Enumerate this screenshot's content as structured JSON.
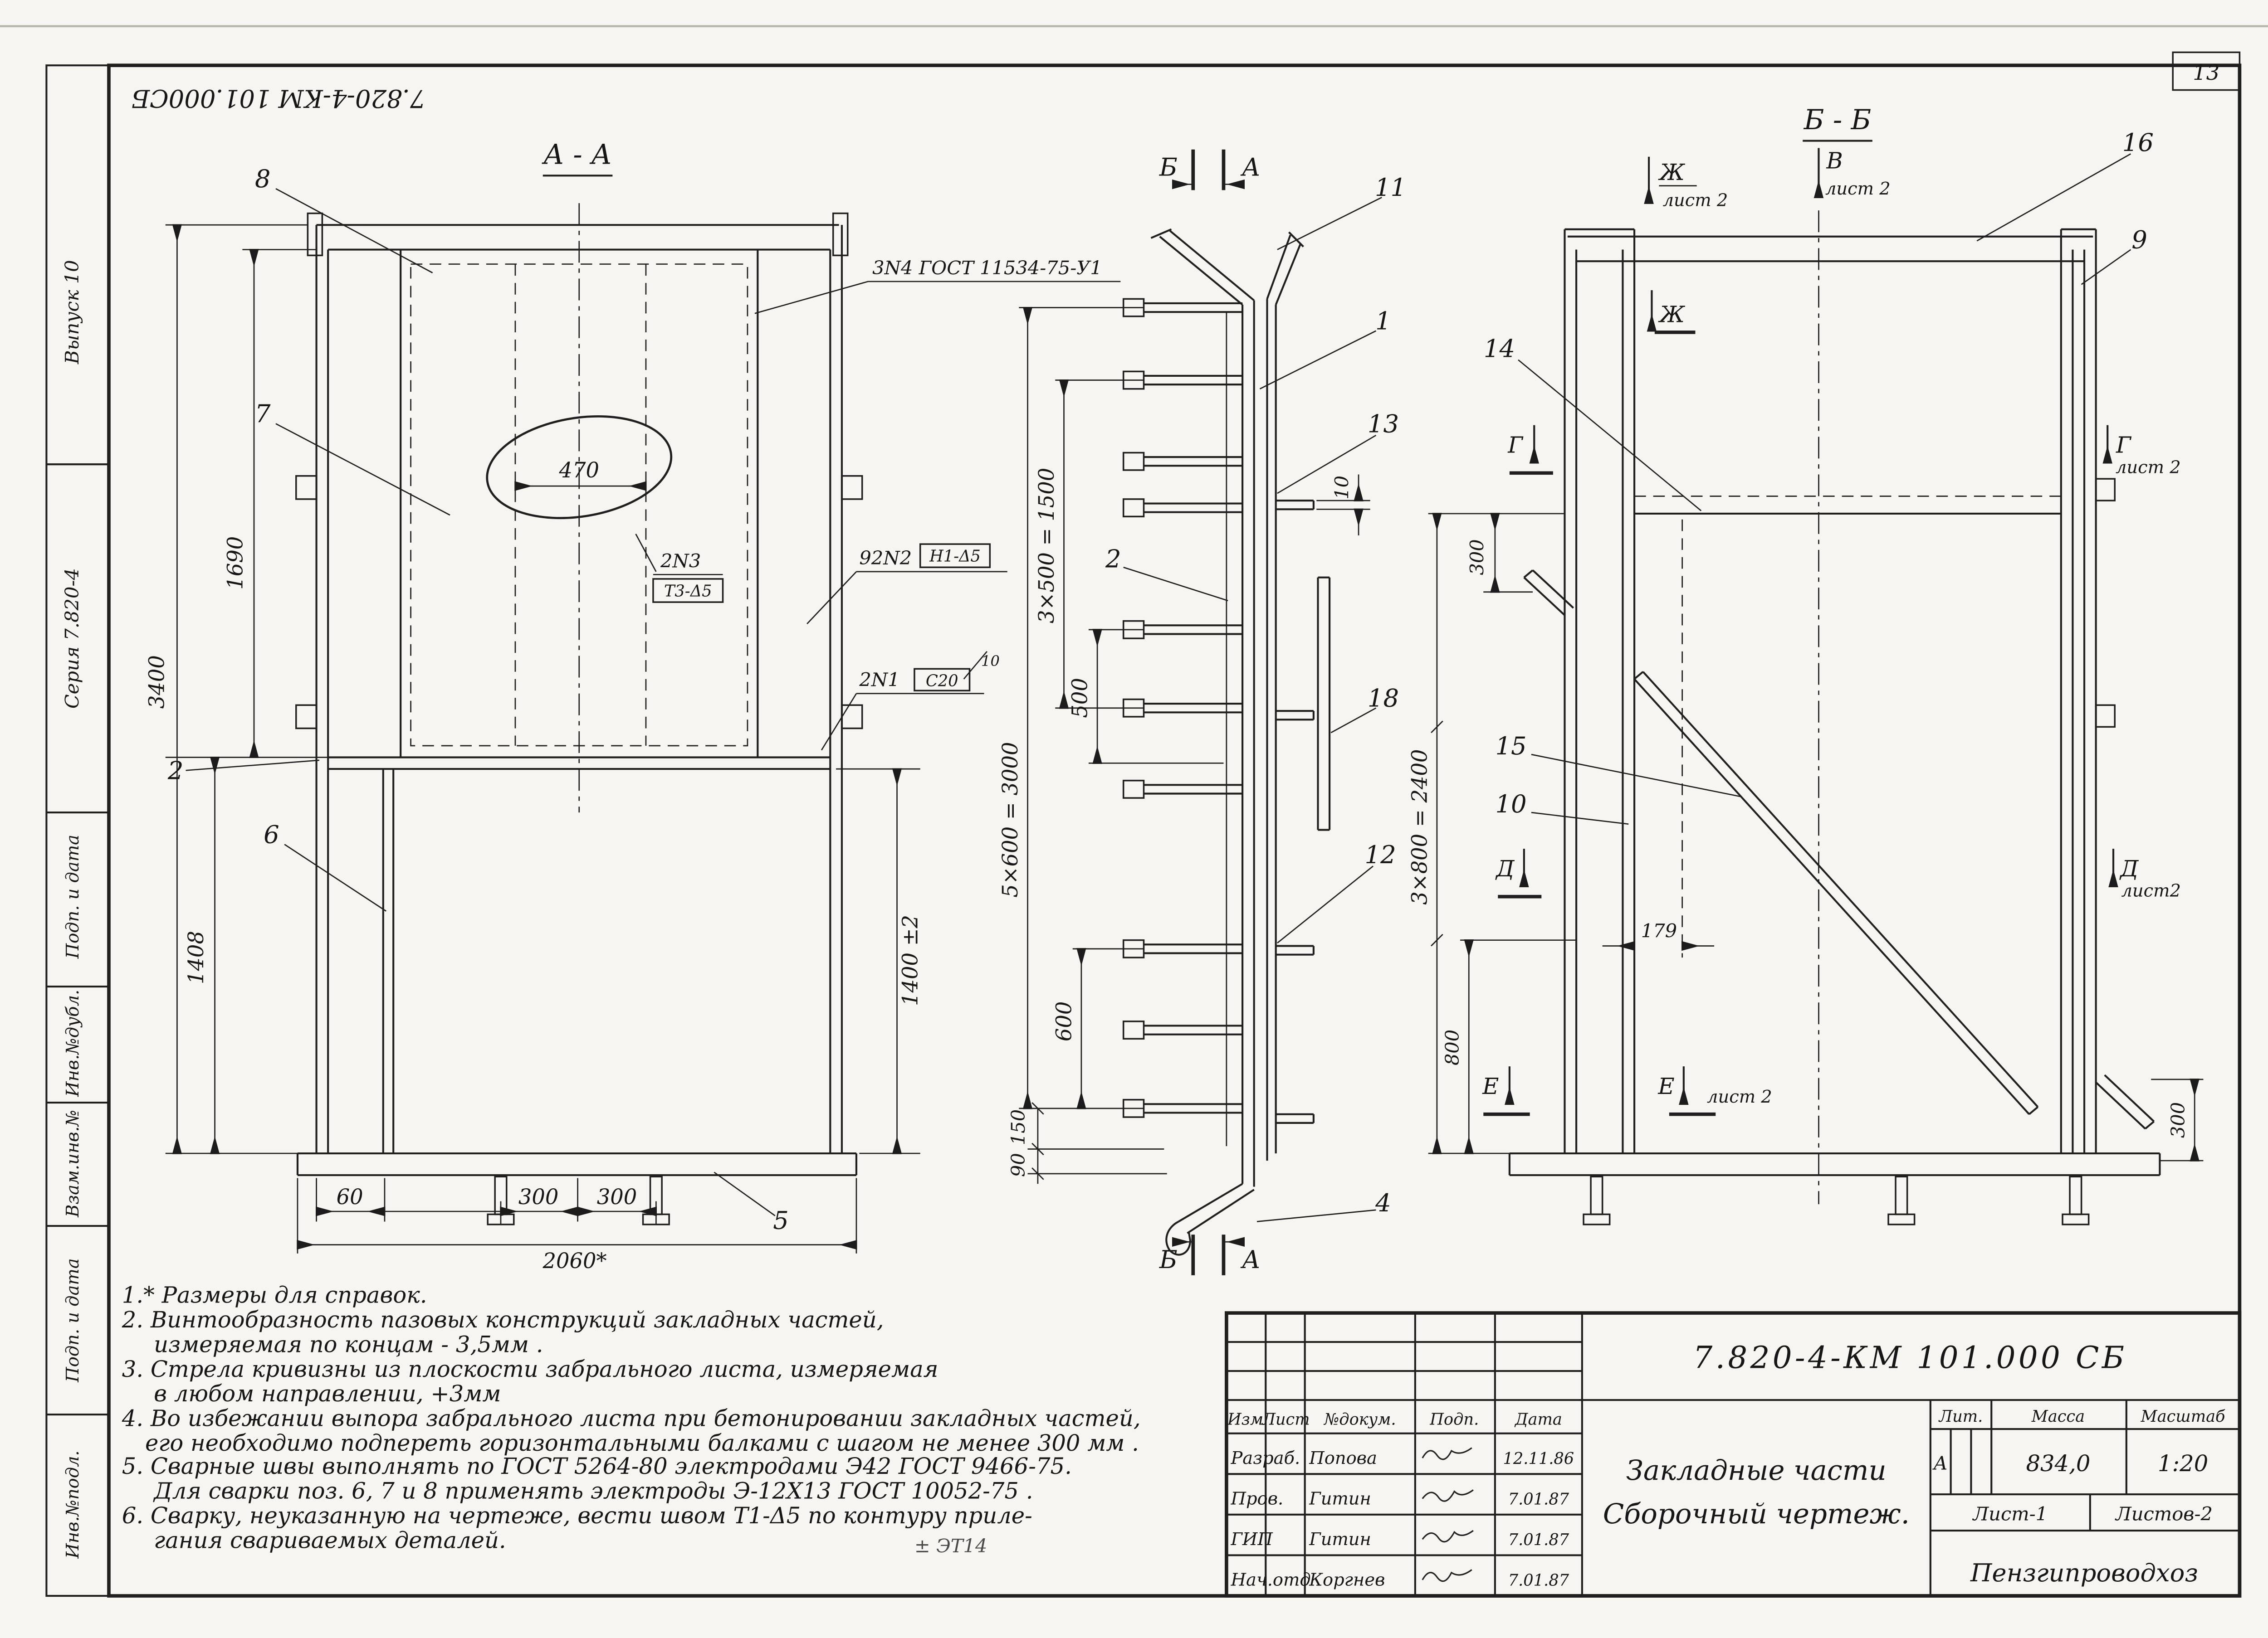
{
  "page": {
    "number": "13",
    "top_stamp": "7.820-4-КМ 101.000СБ"
  },
  "margin": {
    "vypusk": "Выпуск 10",
    "seriya": "Серия 7.820-4",
    "podp_data_1": "Подп. и дата",
    "inv_dubl": "Инв.№дубл.",
    "vzam_inv": "Взам.инв.№",
    "podp_data_2": "Подп. и дата",
    "inv_podl": "Инв.№подл."
  },
  "view_aa": {
    "title": "А - А",
    "callout_8": "8",
    "callout_7": "7",
    "callout_6": "6",
    "callout_2": "2",
    "callout_5": "5",
    "dim_3400": "3400",
    "dim_1690": "1690",
    "dim_1408": "1408",
    "dim_470": "470",
    "dim_1400": "1400 ±2",
    "dim_60": "60",
    "dim_300a": "300",
    "dim_300b": "300",
    "dim_2060": "2060*",
    "weld_gost": "3N4 ГОСТ 11534-75-У1",
    "weld_2n3": "2N3",
    "weld_t3": "Т3-Δ5",
    "weld_92n2": "92N2",
    "weld_n1": "Н1-Δ5",
    "weld_2n1": "2N1",
    "weld_c20": "С20",
    "weld_flag10": "10"
  },
  "view_side": {
    "marker_b_top": "Б",
    "marker_a_top": "А",
    "marker_b_bot": "Б",
    "marker_a_bot": "А",
    "callout_11": "11",
    "callout_1": "1",
    "callout_13": "13",
    "callout_2": "2",
    "callout_18": "18",
    "callout_12": "12",
    "callout_4": "4",
    "dim_3000": "5×600 = 3000",
    "dim_1500": "3×500 = 1500",
    "dim_500": "500",
    "dim_600": "600",
    "dim_150": "150",
    "dim_90": "90",
    "dim_10": "10"
  },
  "view_bb": {
    "title": "Б - Б",
    "callout_16": "16",
    "callout_9": "9",
    "callout_14": "14",
    "callout_15": "15",
    "callout_10": "10",
    "dim_300_top": "300",
    "dim_2400": "3×800 = 2400",
    "dim_800": "800",
    "dim_179": "179",
    "dim_300_right": "300",
    "marker_zh_top": "Ж",
    "marker_zh_bot": "Ж",
    "marker_v": "В",
    "marker_g_left": "Г",
    "marker_g_right": "Г",
    "marker_d_left": "Д",
    "marker_d_right": "Д",
    "marker_e_left": "Е",
    "marker_e_right": "Е",
    "sheet2_zh": "лист 2",
    "sheet2_v": "лист 2",
    "sheet2_g": "лист 2",
    "sheet2_d": "лист2",
    "sheet2_e": "лист 2"
  },
  "notes": {
    "lines": [
      "1.* Размеры для справок.",
      "2. Винтообразность пазовых конструкций закладных частей,",
      "измеряемая  по концам - 3,5мм .",
      "3. Стрела кривизны из плоскости забрального листа, измеряемая",
      "в любом направлении, +3мм",
      "4. Во избежании выпора забрального листа при бетонировании закладных частей,",
      "его необходимо подпереть  горизонтальными балками с шагом не менее 300 мм .",
      "5. Сварные швы выполнять по ГОСТ 5264-80 электродами Э42 ГОСТ 9466-75.",
      "Для сварки  поз. 6, 7 и 8 применять электроды Э-12Х13  ГОСТ 10052-75 .",
      "6. Сварку, неуказанную  на чертеже, вести  швом Т1-Δ5 по контуру  приле-",
      "гания  свариваемых  деталей."
    ],
    "pencil": "± ЭТ14"
  },
  "title_block": {
    "doc_number": "7.820-4-КМ 101.000 СБ",
    "title_line1": "Закладные части",
    "title_line2": "Сборочный чертеж.",
    "col_izm": "Изм",
    "col_list": "Лист",
    "col_doc": "№докум.",
    "col_podp": "Подп.",
    "col_data": "Дата",
    "rows": [
      {
        "role": "Разраб.",
        "name": "Попова",
        "date": "12.11.86"
      },
      {
        "role": "Пров.",
        "name": "Гитин",
        "date": "7.01.87"
      },
      {
        "role": "ГИП",
        "name": "Гитин",
        "date": "7.01.87"
      },
      {
        "role": "Нач.отд",
        "name": "Коргнев",
        "date": "7.01.87"
      }
    ],
    "lit_label": "Лит.",
    "mass_label": "Масса",
    "scale_label": "Масштаб",
    "lit": "А",
    "mass": "834,0",
    "scale": "1:20",
    "sheet": "Лист-1",
    "sheets": "Листов-2",
    "org": "Пензгипроводхоз"
  }
}
